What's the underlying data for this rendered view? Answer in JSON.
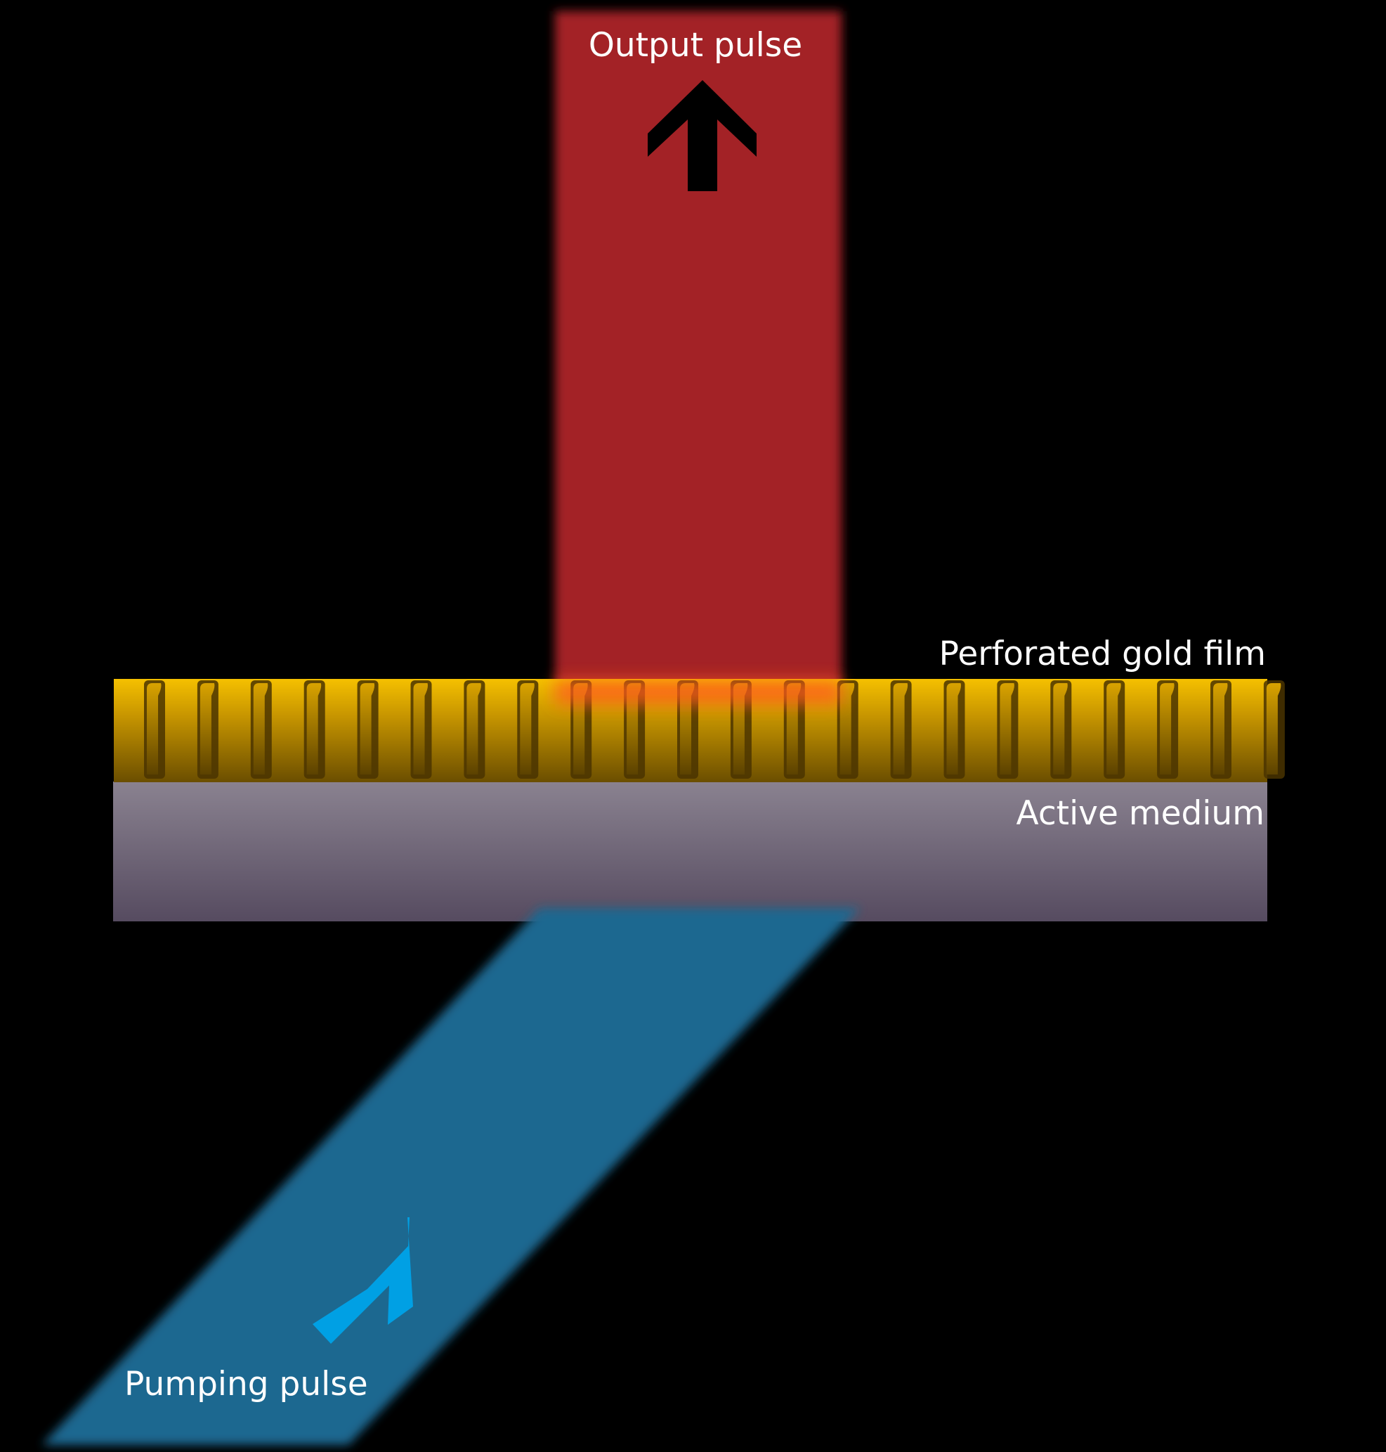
{
  "labels": {
    "output_pulse": "Output pulse",
    "gold_film": "Perforated gold film",
    "active_medium": "Active medium",
    "pumping_pulse": "Pumping pulse"
  },
  "colors": {
    "background": "#000000",
    "output_beam": "#a32027",
    "output_arrow": "#000000",
    "gold_top": "#f5c000",
    "gold_bottom": "#6b4e00",
    "medium_top": "#8a8290",
    "medium_bottom": "#564b60",
    "pump_beam": "#1f6890",
    "pump_arrow": "#00a0e4",
    "hot_spot": "#ff5a1a"
  },
  "icons": {
    "output_direction": "arrow-up-icon",
    "pump_direction": "arrow-up-right-icon"
  }
}
